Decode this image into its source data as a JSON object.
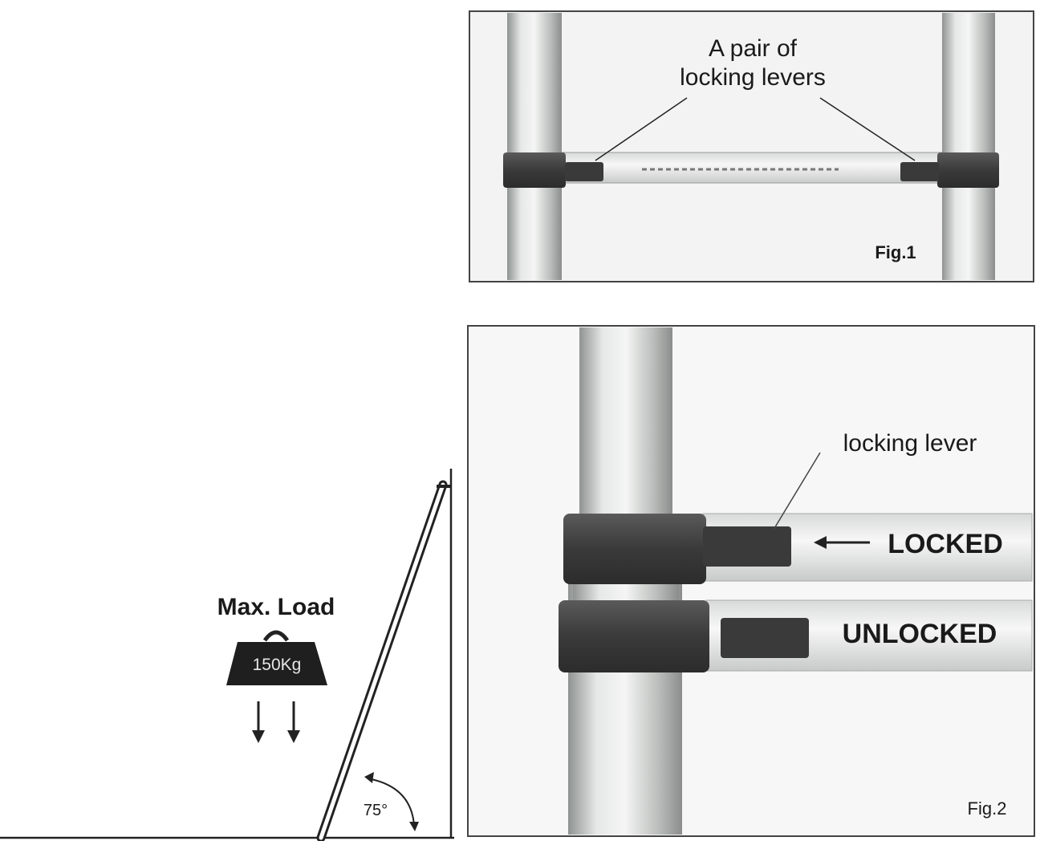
{
  "fig1": {
    "label_line1": "A pair of",
    "label_line2": "locking levers",
    "caption": "Fig.1"
  },
  "fig2": {
    "lever_label": "locking lever",
    "locked": "LOCKED",
    "unlocked": "UNLOCKED",
    "caption": "Fig.2"
  },
  "load": {
    "title": "Max. Load",
    "weight": "150Kg",
    "angle": "75°"
  },
  "colors": {
    "ink": "#1a1a1a",
    "tube": "#c9ccca",
    "collar": "#3c3c3c",
    "frame": "#555555"
  }
}
